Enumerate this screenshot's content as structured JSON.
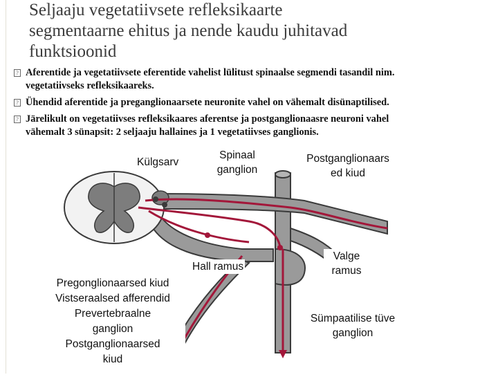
{
  "slide": {
    "title_lines": [
      "Seljaaju vegetatiivsete refleksikaarte",
      "segmentaarne ehitus ja nende kaudu juhitavad",
      "funktsioonid"
    ],
    "bullets": [
      {
        "lines": [
          "Aferentide ja vegetatiivsete eferentide vahelist lülitust spinaalse segmendi tasandil nim.",
          "vegetatiivseks refleksikaareks."
        ]
      },
      {
        "lines": [
          "Ühendid aferentide ja preganglionaarsete neuronite vahel on vähemalt disünaptilised."
        ]
      },
      {
        "lines": [
          "Järelikult on vegetatiivses refleksikaares aferentse ja postganglionaasre neuroni vahel",
          "vähemalt 3 sünapsit: 2 seljaaju hallaines ja 1 vegetatiivses ganglionis."
        ]
      }
    ]
  },
  "diagram": {
    "labels": {
      "kulgsarv": "Külgsarv",
      "spinaal_ganglion_1": "Spinaal",
      "spinaal_ganglion_2": "ganglion",
      "postgang_1": "Postganglionaars",
      "postgang_2": "ed kiud",
      "hall_ramus": "Hall ramus",
      "valge_ramus_1": "Valge",
      "valge_ramus_2": "ramus",
      "sympaatilise_1": "Sümpaatilise tüve",
      "sympaatilise_2": "ganglion"
    },
    "legend": [
      "Pregonglionaarsed kiud",
      "Vistseraalsed afferendid",
      "Prevertebraalne",
      "ganglion",
      "Postganglionaarsed",
      "kiud"
    ],
    "colors": {
      "nerve_gray": "#9a9a9a",
      "nerve_dark": "#3a3a3a",
      "fiber_red": "#a3173a",
      "cord_white": "#f2f2f2",
      "gray_matter": "#7d7d7d"
    }
  }
}
